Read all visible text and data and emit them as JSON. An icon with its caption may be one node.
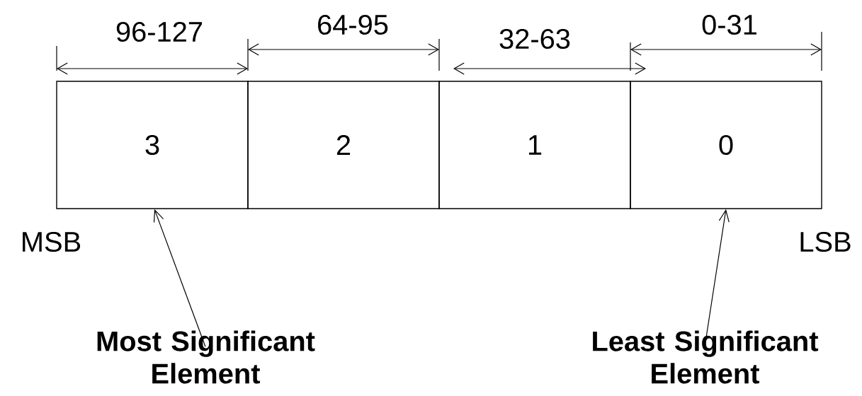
{
  "diagram": {
    "nodes": [
      {
        "text": [
          "3"
        ]
      },
      {
        "text": [
          "2"
        ]
      },
      {
        "text": [
          "1"
        ]
      },
      {
        "text": [
          "0"
        ]
      },
      {
        "text": [
          "Most Significant Element"
        ]
      },
      {
        "text": [
          "Least Significant Element"
        ]
      }
    ],
    "edges": [
      {
        "from": 4,
        "to": 0,
        "arrow": "to"
      },
      {
        "from": 5,
        "to": 3,
        "arrow": "to"
      }
    ],
    "labels": [
      "96-127",
      "64-95",
      "32-63",
      "0-31",
      "MSB",
      "LSB"
    ]
  }
}
